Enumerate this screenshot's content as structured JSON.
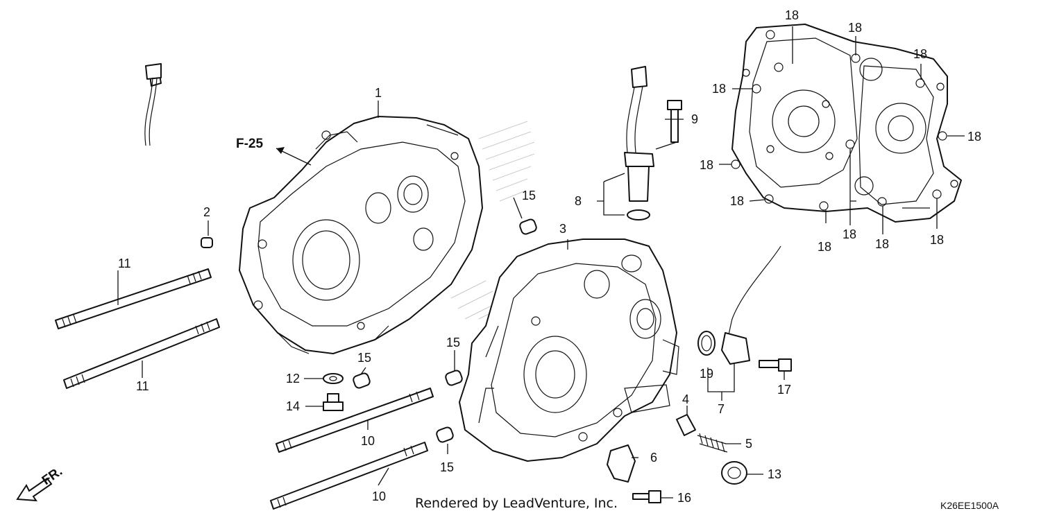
{
  "diagram": {
    "ref_label": "F-25",
    "front_label": "FR.",
    "credit": "Rendered by LeadVenture, Inc.",
    "diagram_code": "K26EE1500A",
    "callouts": {
      "c1": "1",
      "c2": "2",
      "c3": "3",
      "c4": "4",
      "c5": "5",
      "c6": "6",
      "c7": "7",
      "c8": "8",
      "c9": "9",
      "c10a": "10",
      "c10b": "10",
      "c11a": "11",
      "c11b": "11",
      "c12": "12",
      "c13": "13",
      "c14": "14",
      "c15a": "15",
      "c15b": "15",
      "c15c": "15",
      "c15d": "15",
      "c16": "16",
      "c17": "17",
      "c18a": "18",
      "c18b": "18",
      "c18c": "18",
      "c18d": "18",
      "c18e": "18",
      "c18f": "18",
      "c18g": "18",
      "c18h": "18",
      "c18i": "18",
      "c18j": "18",
      "c18k": "18",
      "c19": "19"
    }
  }
}
